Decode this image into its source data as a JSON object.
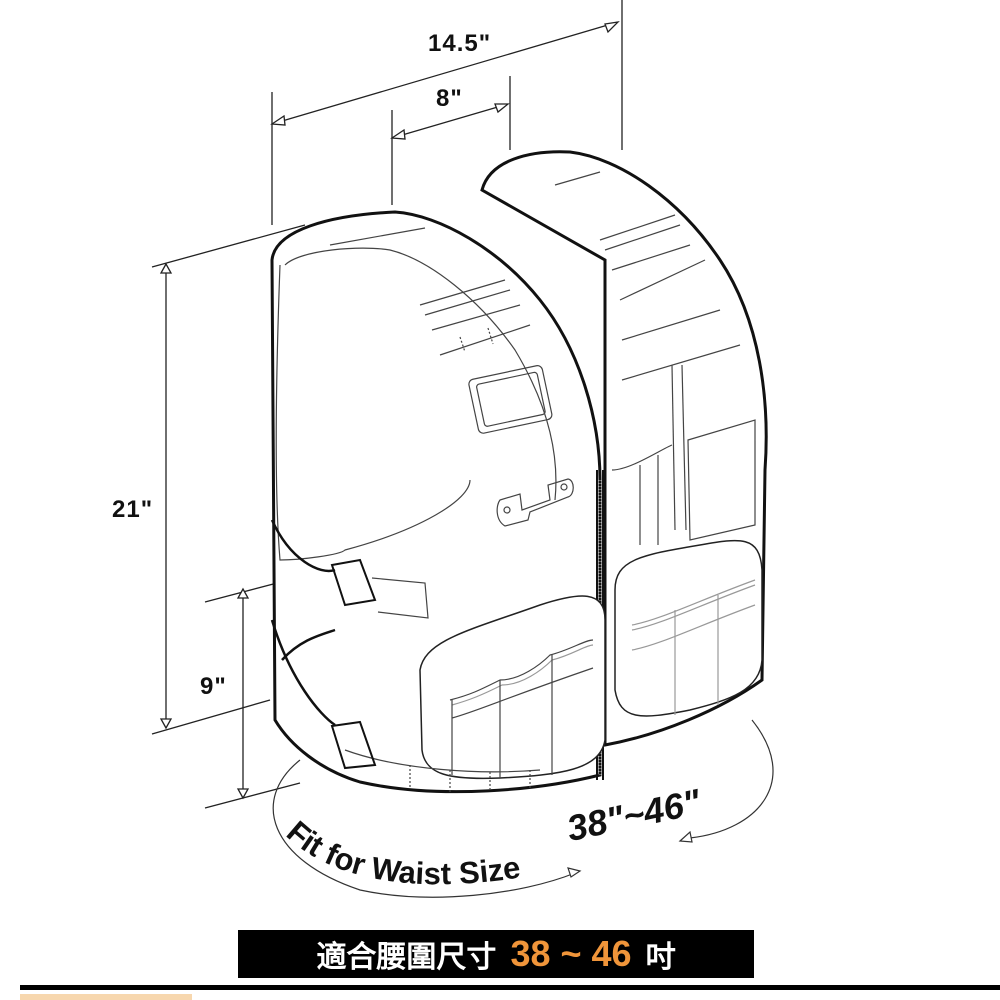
{
  "diagram": {
    "subject": "vest",
    "dimensions": {
      "top_width": "14.5\"",
      "shoulder_width": "8\"",
      "height": "21\"",
      "lower_height": "9\""
    },
    "waist_caption": "Fit for Waist Size",
    "waist_range": "38\"~46\""
  },
  "banner": {
    "prefix": "適合腰圍尺寸",
    "range": "38 ~ 46",
    "unit": "吋",
    "background": "#000000",
    "text_color": "#ffffff",
    "accent_color": "#f0953a"
  }
}
